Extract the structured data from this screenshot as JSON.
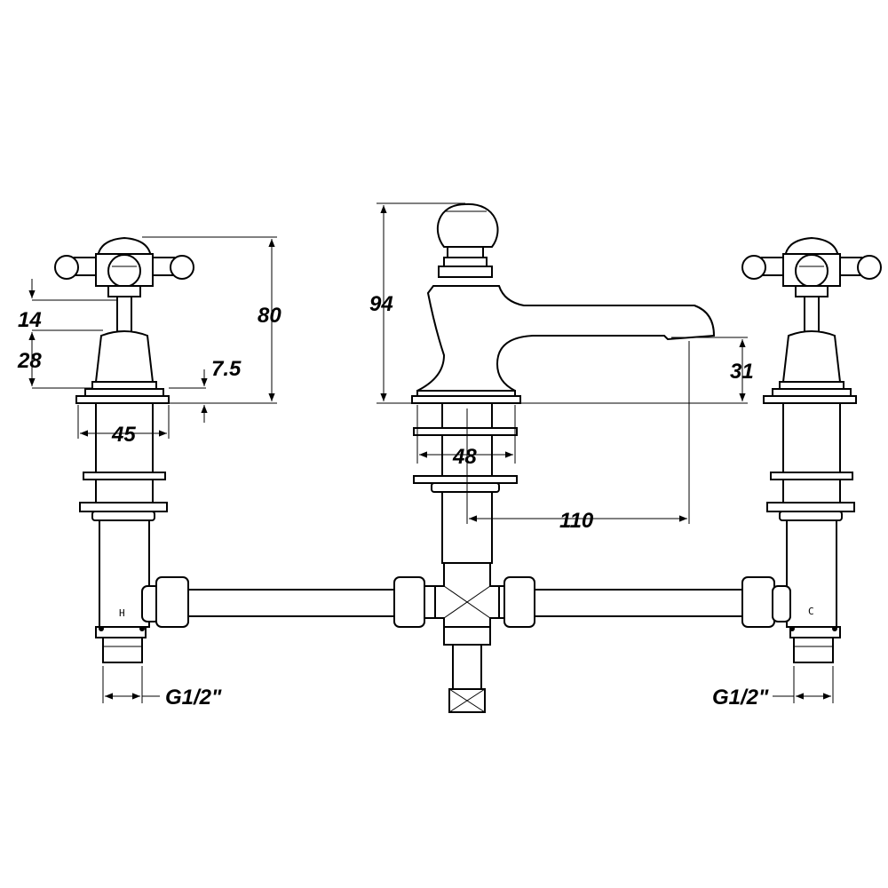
{
  "dimensions": {
    "handle_height": "14",
    "handle_base_height": "28",
    "valve_height": "80",
    "valve_flange": "7.5",
    "valve_width": "45",
    "spout_height": "94",
    "spout_outlet_height": "31",
    "spout_base_width": "48",
    "spout_reach": "110",
    "thread_left": "G1/2\"",
    "thread_right": "G1/2\""
  },
  "labels": {
    "hot": "H",
    "cold": "C"
  }
}
